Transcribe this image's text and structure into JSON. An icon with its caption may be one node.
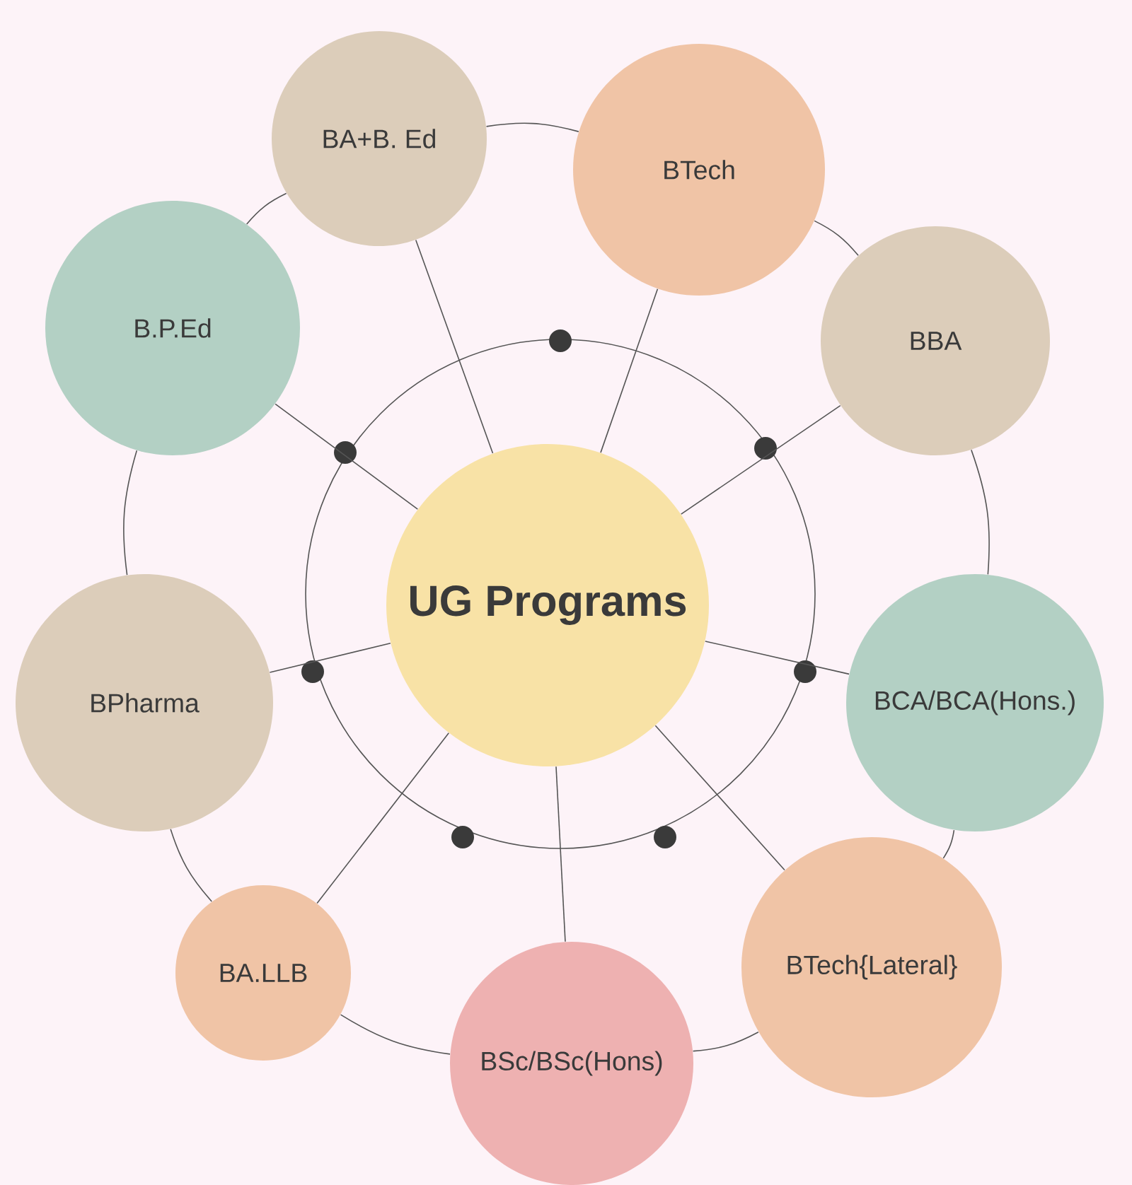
{
  "diagram": {
    "nodes": [
      {
        "text": [
          "UG Programs"
        ]
      },
      {
        "text": [
          "BA+B. Ed"
        ]
      },
      {
        "text": [
          "BTech"
        ]
      },
      {
        "text": [
          "B.P.Ed"
        ]
      },
      {
        "text": [
          "BBA"
        ]
      },
      {
        "text": [
          "BPharma"
        ]
      },
      {
        "text": [
          "BCA/BCA(Hons.)"
        ]
      },
      {
        "text": [
          "BTech{Lateral}"
        ]
      },
      {
        "text": [
          "BA.LLB"
        ]
      },
      {
        "text": [
          "BSc/BSc(Hons)"
        ]
      }
    ],
    "edges": [
      {
        "from": 0,
        "to": 1,
        "arrow": "none"
      },
      {
        "from": 0,
        "to": 2,
        "arrow": "none"
      },
      {
        "from": 0,
        "to": 3,
        "arrow": "none"
      },
      {
        "from": 0,
        "to": 4,
        "arrow": "none"
      },
      {
        "from": 0,
        "to": 5,
        "arrow": "none"
      },
      {
        "from": 0,
        "to": 6,
        "arrow": "none"
      },
      {
        "from": 0,
        "to": 7,
        "arrow": "none"
      },
      {
        "from": 0,
        "to": 8,
        "arrow": "none"
      },
      {
        "from": 0,
        "to": 9,
        "arrow": "none"
      },
      {
        "from": 1,
        "to": 2,
        "arrow": "none"
      },
      {
        "from": 2,
        "to": 4,
        "arrow": "none"
      },
      {
        "from": 4,
        "to": 6,
        "arrow": "none"
      },
      {
        "from": 6,
        "to": 7,
        "arrow": "none"
      },
      {
        "from": 7,
        "to": 9,
        "arrow": "none"
      },
      {
        "from": 9,
        "to": 8,
        "arrow": "none"
      },
      {
        "from": 8,
        "to": 5,
        "arrow": "none"
      },
      {
        "from": 5,
        "to": 3,
        "arrow": "none"
      },
      {
        "from": 3,
        "to": 1,
        "arrow": "none"
      }
    ]
  }
}
